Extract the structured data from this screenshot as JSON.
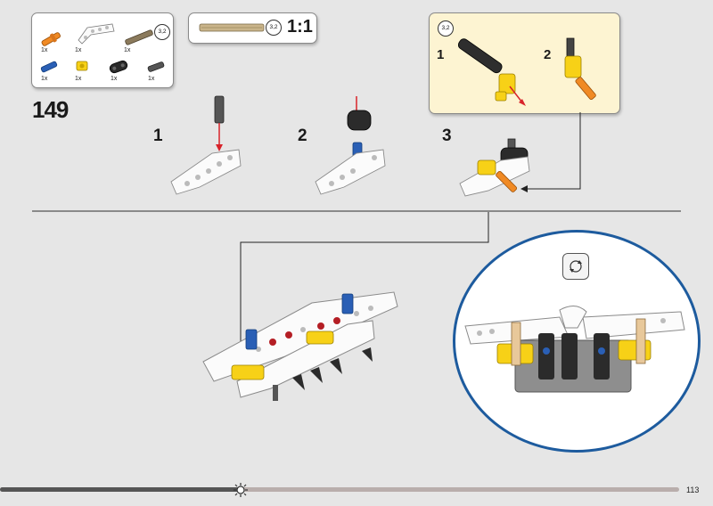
{
  "parts_list": {
    "items": [
      {
        "qty": "1x",
        "icon": "orange-pin-with-bush"
      },
      {
        "qty": "1x",
        "icon": "white-bent-beam"
      },
      {
        "qty": "1x",
        "icon": "dark-tan-axle",
        "length_badge": "3,2"
      },
      {
        "qty": "1x",
        "icon": "blue-axle-pin"
      },
      {
        "qty": "1x",
        "icon": "yellow-connector"
      },
      {
        "qty": "1x",
        "icon": "black-beam-2"
      },
      {
        "qty": "1x",
        "icon": "dark-grey-pin"
      }
    ]
  },
  "scale_box": {
    "length_badge": "3,2",
    "scale_label": "1:1"
  },
  "callout": {
    "length_badge": "3,2",
    "sub_steps": [
      "1",
      "2"
    ]
  },
  "step": {
    "number": "149",
    "sub_steps": [
      "1",
      "2",
      "3"
    ]
  },
  "rotate_icon": "rotate-model-icon",
  "page": {
    "number": "113"
  },
  "colors": {
    "background": "#e6e6e6",
    "callout_bg": "#fdf4d2",
    "zoom_ring": "#1d5b9e",
    "arrow_red": "#d8232a"
  }
}
